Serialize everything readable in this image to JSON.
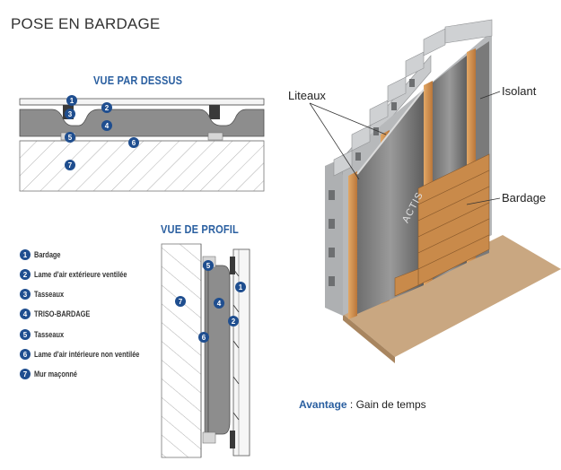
{
  "title": "POSE EN BARDAGE",
  "top_view": {
    "title": "VUE PAR DESSUS",
    "markers": [
      "1",
      "2",
      "3",
      "4",
      "5",
      "6",
      "7"
    ]
  },
  "profile_view": {
    "title": "VUE DE PROFIL",
    "markers": [
      "1",
      "2",
      "4",
      "5",
      "6",
      "7"
    ]
  },
  "legend": [
    {
      "num": "1",
      "label": "Bardage"
    },
    {
      "num": "2",
      "label": "Lame d'air extérieure ventilée"
    },
    {
      "num": "3",
      "label": "Tasseaux"
    },
    {
      "num": "4",
      "label": "TRISO-BARDAGE"
    },
    {
      "num": "5",
      "label": "Tasseaux"
    },
    {
      "num": "6",
      "label": "Lame d'air intérieure non ventilée"
    },
    {
      "num": "7",
      "label": "Mur maçonné"
    }
  ],
  "illustration": {
    "callouts": {
      "liteaux": "Liteaux",
      "isolant": "Isolant",
      "bardage": "Bardage"
    },
    "brand": "ACTIS"
  },
  "advantage": {
    "label": "Avantage",
    "separator": " : ",
    "text": "Gain de temps"
  },
  "colors": {
    "accent_blue": "#2a5fa0",
    "marker_blue": "#1f4e8f",
    "insulation_gray": "#8f8f8f",
    "wood": "#c98a4a"
  }
}
